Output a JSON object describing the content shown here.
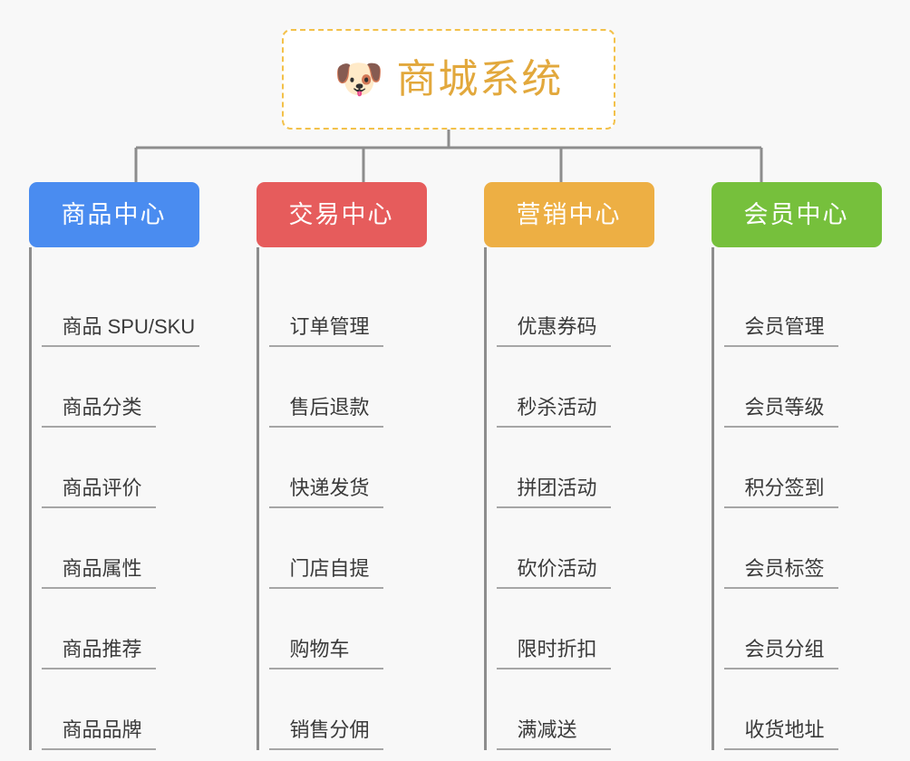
{
  "background_color": "#f8f8f8",
  "root": {
    "icon": "dog-face-emoji",
    "emoji": "🐶",
    "title": "商城系统",
    "title_color": "#e2a83c",
    "border_color": "#f3c14a"
  },
  "connector_color": "#8d8d8d",
  "columns": [
    {
      "category": "商品中心",
      "color": "#4a8cf0",
      "items": [
        "商品 SPU/SKU",
        "商品分类",
        "商品评价",
        "商品属性",
        "商品推荐",
        "商品品牌"
      ]
    },
    {
      "category": "交易中心",
      "color": "#e65c5c",
      "items": [
        "订单管理",
        "售后退款",
        "快递发货",
        "门店自提",
        "购物车",
        "销售分佣"
      ]
    },
    {
      "category": "营销中心",
      "color": "#edaf44",
      "items": [
        "优惠券码",
        "秒杀活动",
        "拼团活动",
        "砍价活动",
        "限时折扣",
        "满减送"
      ]
    },
    {
      "category": "会员中心",
      "color": "#76c03c",
      "items": [
        "会员管理",
        "会员等级",
        "积分签到",
        "会员标签",
        "会员分组",
        "收货地址"
      ]
    }
  ]
}
